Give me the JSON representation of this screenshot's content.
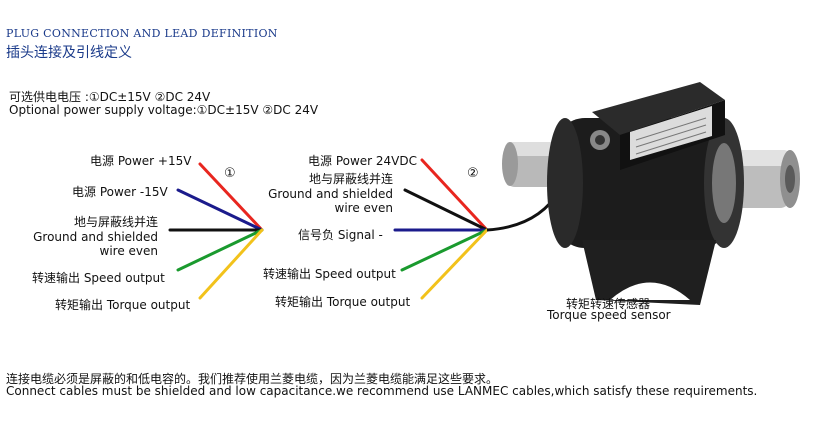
{
  "header": {
    "title_en": "PLUG CONNECTION AND LEAD DEFINITION",
    "title_zh": "插头连接及引线定义"
  },
  "supply": {
    "zh": "可选供电电压 :①DC±15V ②DC 24V",
    "en": "Optional power supply voltage:①DC±15V ②DC 24V"
  },
  "option1": {
    "marker": "①",
    "power_pos": "电源 Power  +15V",
    "power_neg": "电源 Power  -15V",
    "ground_zh": "地与屏蔽线并连",
    "ground_en1": "Ground and shielded",
    "ground_en2": "wire even",
    "speed": "转速输出 Speed output",
    "torque": "转矩输出 Torque output"
  },
  "option2": {
    "marker": "②",
    "power": "电源 Power  24VDC",
    "ground_zh": "地与屏蔽线并连",
    "ground_en1": "Ground and shielded",
    "ground_en2": "wire even",
    "signal": "信号负 Signal  -",
    "speed": "转速输出 Speed output",
    "torque": "转矩输出 Torque output"
  },
  "sensor": {
    "label_zh": "转矩转速传感器",
    "label_en": "Torque speed sensor"
  },
  "footer": {
    "zh": "连接电缆必须是屏蔽的和低电容的。我们推荐使用兰菱电缆，因为兰菱电缆能满足这些要求。",
    "en": "Connect cables must be shielded and low capacitance.we recommend use LANMEC cables,which satisfy these requirements."
  },
  "colors": {
    "header": "#1a3a8a",
    "wire_red": "#e8261f",
    "wire_blue": "#1b1b8c",
    "wire_black": "#111111",
    "wire_green": "#1a9a2e",
    "wire_yellow": "#f2c21b"
  }
}
